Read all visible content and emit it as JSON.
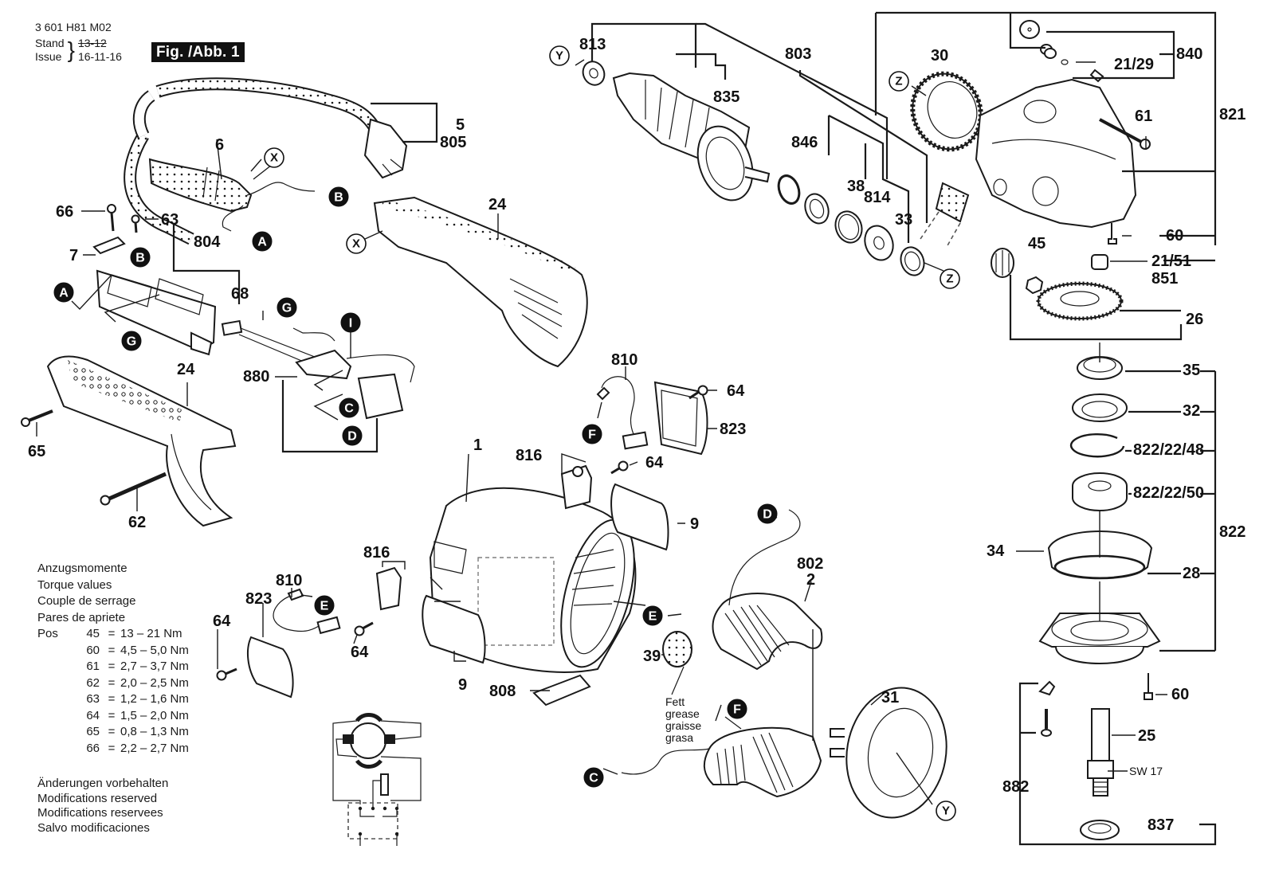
{
  "header": {
    "part_number": "3 601 H81 M02",
    "stand_label": "Stand",
    "issue_label": "Issue",
    "old_date_struck": "13-12",
    "date": "16-11-16",
    "figure_label": "Fig. /Abb. 1"
  },
  "torque": {
    "titles": [
      "Anzugsmomente",
      "Torque values",
      "Couple de serrage",
      "Pares de apriete"
    ],
    "pos_label": "Pos",
    "rows": [
      {
        "pos": "45",
        "eq": "=",
        "value": "13  – 21 Nm"
      },
      {
        "pos": "60",
        "eq": "=",
        "value": "4,5 – 5,0 Nm"
      },
      {
        "pos": "61",
        "eq": "=",
        "value": "2,7 – 3,7 Nm"
      },
      {
        "pos": "62",
        "eq": "=",
        "value": "2,0 – 2,5 Nm"
      },
      {
        "pos": "63",
        "eq": "=",
        "value": "1,2 – 1,6 Nm"
      },
      {
        "pos": "64",
        "eq": "=",
        "value": "1,5 – 2,0 Nm"
      },
      {
        "pos": "65",
        "eq": "=",
        "value": "0,8 – 1,3 Nm"
      },
      {
        "pos": "66",
        "eq": "=",
        "value": "2,2 – 2,7 Nm"
      }
    ]
  },
  "notes": [
    "Änderungen vorbehalten",
    "Modifications reserved",
    "Modifications reservees",
    "Salvo modificaciones"
  ],
  "grease_note": [
    "Fett",
    "grease",
    "graisse",
    "grasa"
  ],
  "wrench_size": "SW 17",
  "part_labels": {
    "p813": "813",
    "p803": "803",
    "p835": "835",
    "p846": "846",
    "p38": "38",
    "p814": "814",
    "p33": "33",
    "p30": "30",
    "p840": "840",
    "p21_29": "21/29",
    "p821": "821",
    "p61": "61",
    "p60a": "60",
    "p21_51": "21/51",
    "p851": "851",
    "p45": "45",
    "p26": "26",
    "p35": "35",
    "p32": "32",
    "p822_22_48": "822/22/48",
    "p822_22_50": "822/22/50",
    "p822": "822",
    "p34": "34",
    "p28": "28",
    "p60b": "60",
    "p25": "25",
    "p882": "882",
    "p837": "837",
    "p5": "5",
    "p805": "805",
    "p6": "6",
    "p66": "66",
    "p63": "63",
    "p7": "7",
    "p804": "804",
    "p68": "68",
    "p24a": "24",
    "p24b": "24",
    "p880": "880",
    "p65": "65",
    "p62": "62",
    "p810a": "810",
    "p64a": "64",
    "p823a": "823",
    "p816a": "816",
    "p64b": "64",
    "p9a": "9",
    "p1": "1",
    "p816b": "816",
    "p810b": "810",
    "p823b": "823",
    "p64c": "64",
    "p64d": "64",
    "p9b": "9",
    "p808": "808",
    "p802": "802",
    "p2": "2",
    "p39": "39",
    "p31": "31"
  },
  "connectors": {
    "outline": {
      "X": "X",
      "Y": "Y",
      "Z": "Z"
    },
    "filled": {
      "A": "A",
      "B": "B",
      "C": "C",
      "D": "D",
      "E": "E",
      "F": "F",
      "G": "G",
      "I": "I"
    }
  },
  "colors": {
    "ink": "#1a1a1a",
    "paper": "#ffffff",
    "badge": "#111111"
  }
}
